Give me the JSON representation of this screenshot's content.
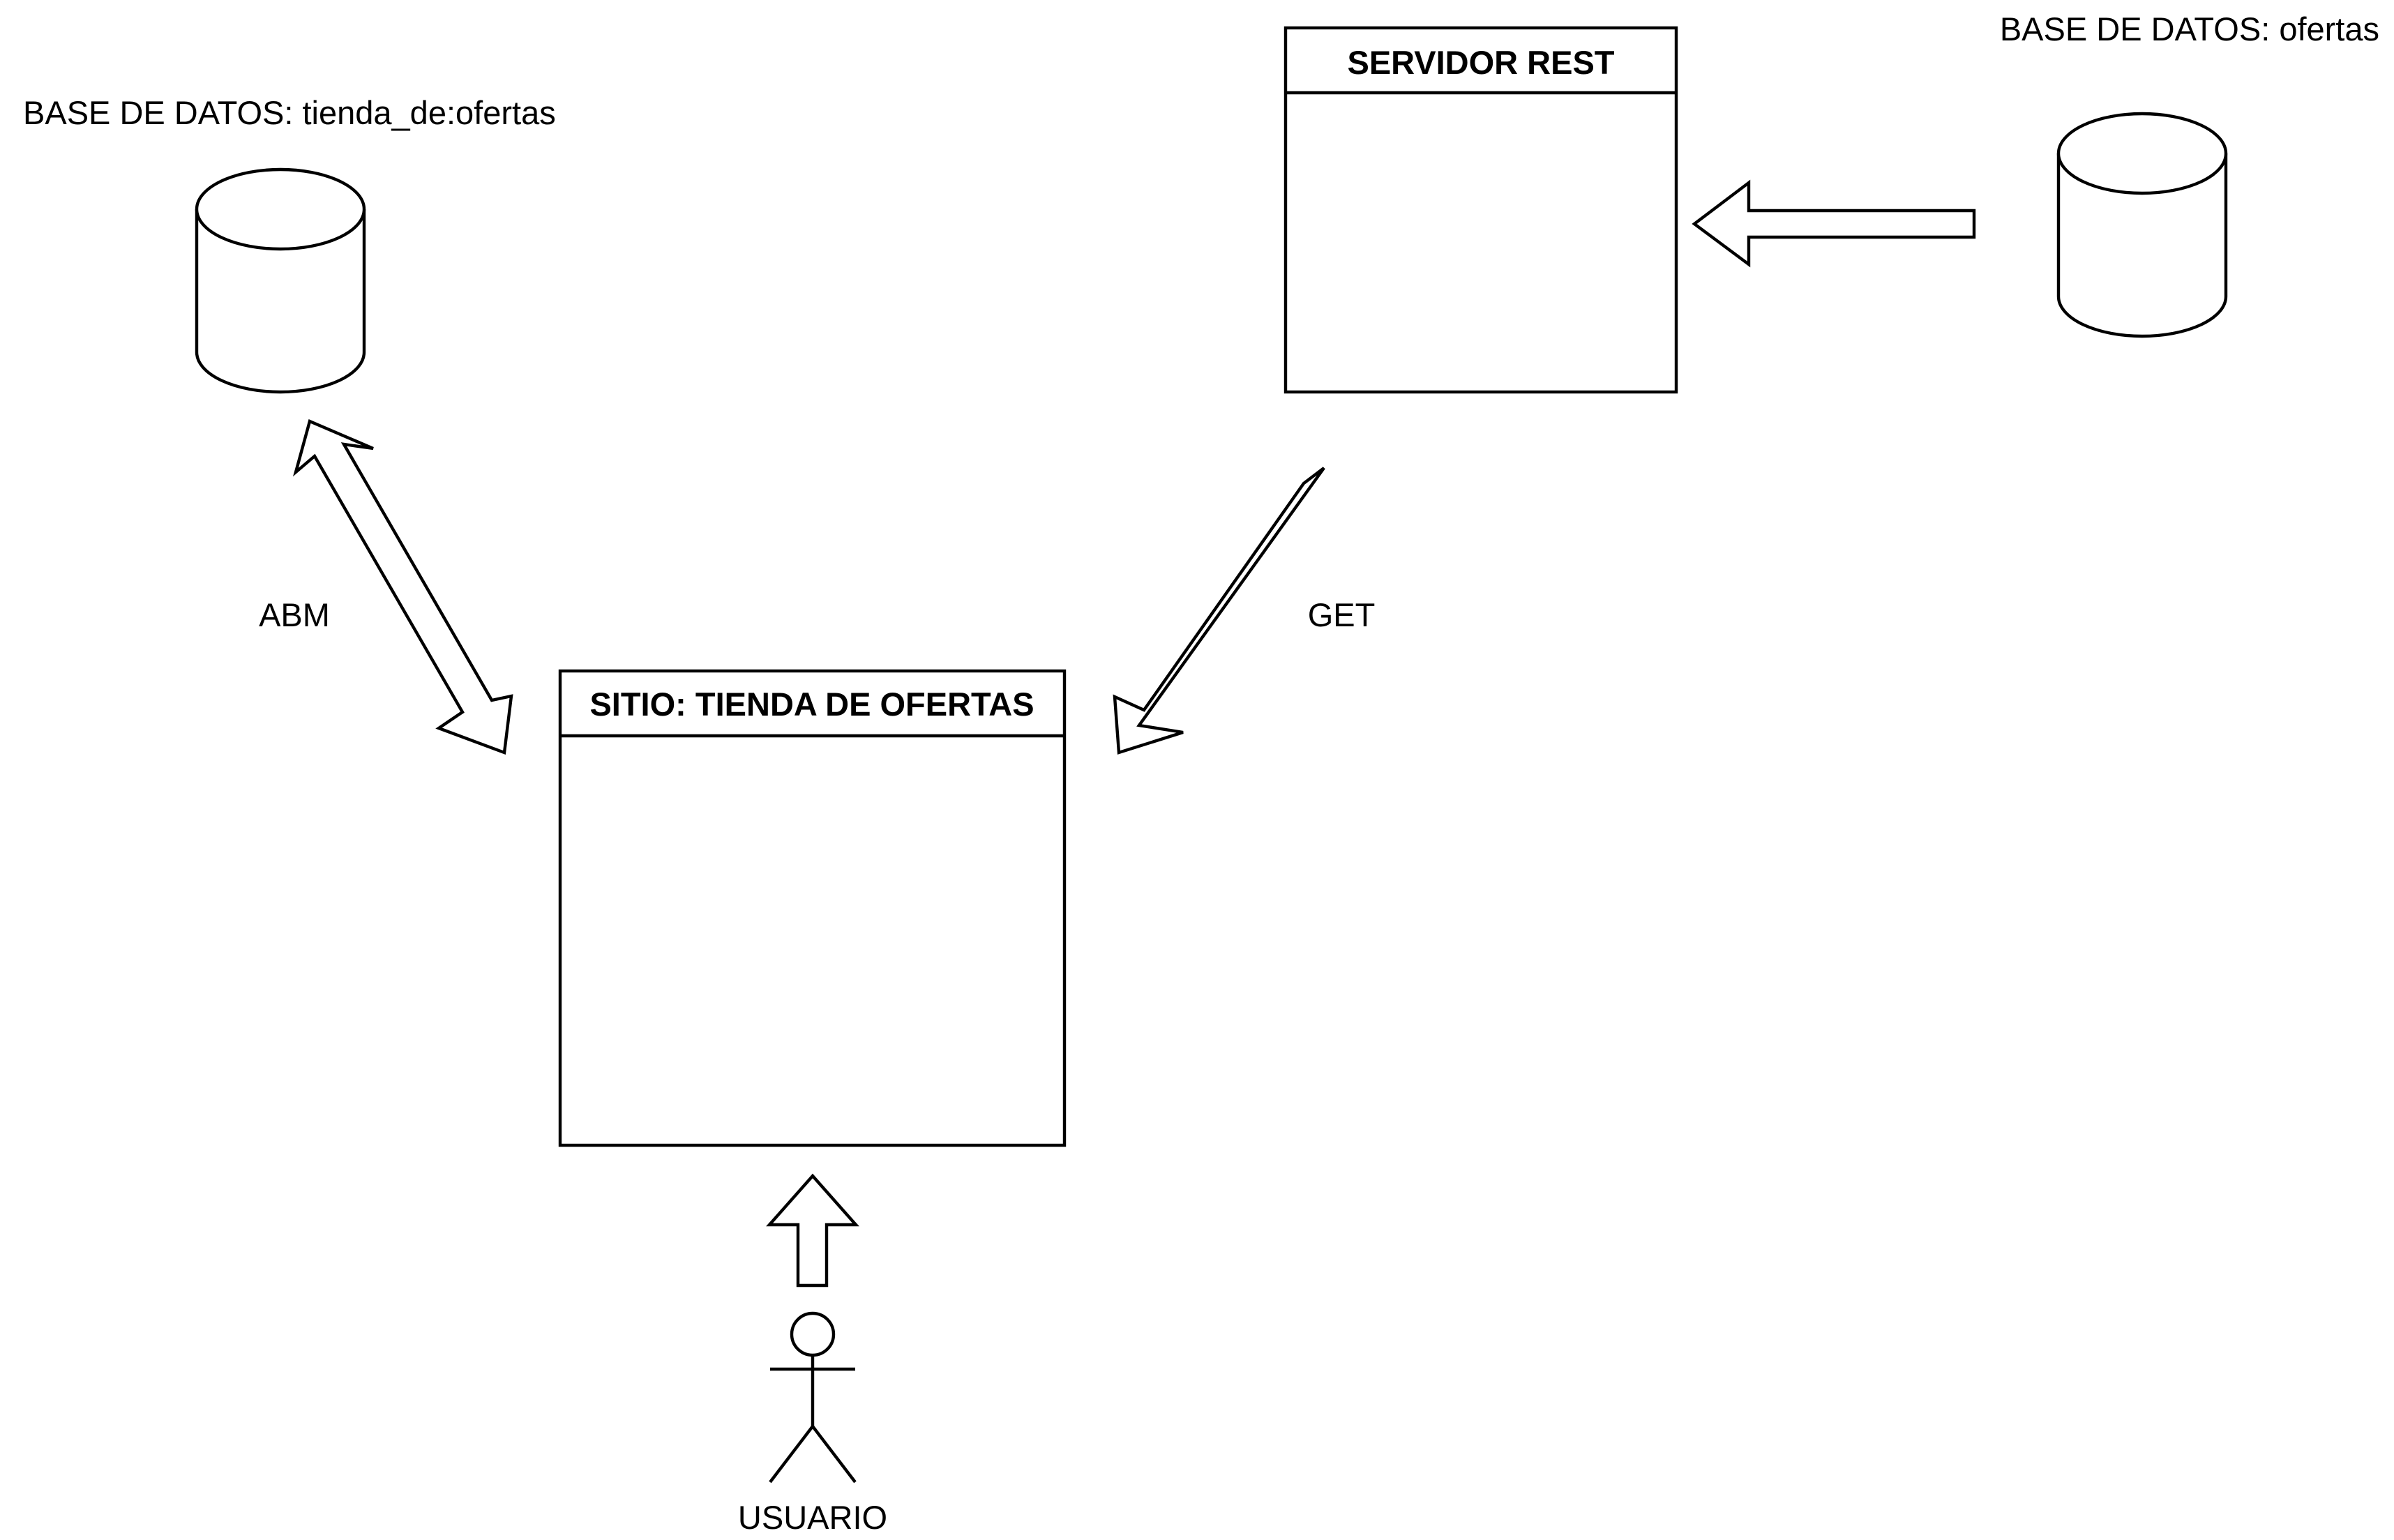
{
  "diagram": {
    "db_left": {
      "label": "BASE DE DATOS: tienda_de:ofertas"
    },
    "db_right": {
      "label": "BASE DE DATOS: ofertas"
    },
    "server": {
      "title": "SERVIDOR REST"
    },
    "site": {
      "title": "SITIO: TIENDA DE OFERTAS"
    },
    "user": {
      "label": "USUARIO"
    },
    "edges": {
      "db_site": {
        "label": "ABM",
        "direction": "bidirectional"
      },
      "server_site": {
        "label": "GET",
        "direction": "server-to-site"
      },
      "db_server": {
        "label": "",
        "direction": "db-to-server"
      },
      "user_site": {
        "label": "",
        "direction": "user-to-site"
      }
    }
  }
}
